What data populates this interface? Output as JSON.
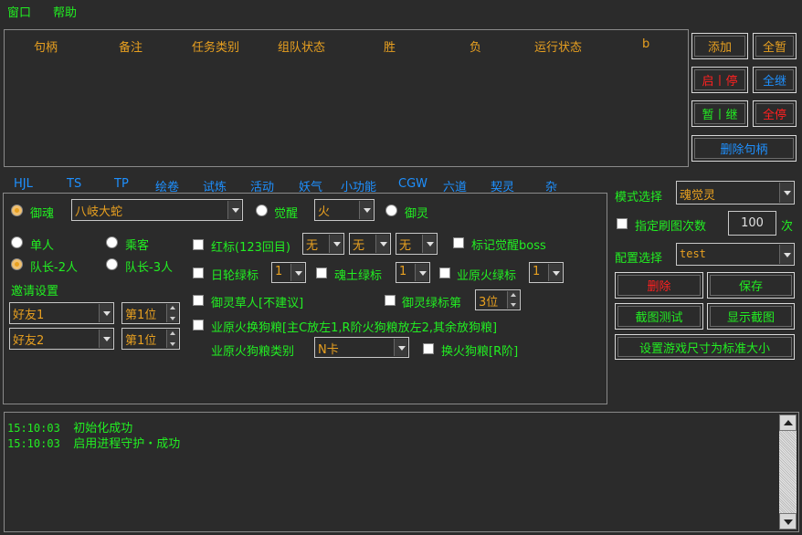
{
  "menu": [
    "窗口",
    "帮助"
  ],
  "table": {
    "headers": [
      "句柄",
      "备注",
      "任务类别",
      "组队状态",
      "胜",
      "负",
      "运行状态",
      "b"
    ]
  },
  "right_buttons": {
    "add": "添加",
    "pause_all": "全暂",
    "start_stop": "启丨停",
    "resume_all": "全继",
    "pause_resume": "暂丨继",
    "stop_all": "全停",
    "delete_handle": "删除句柄"
  },
  "tabs": [
    "HJL",
    "TS",
    "TP",
    "绘卷",
    "试炼",
    "活动",
    "妖气",
    "小功能",
    "CGW",
    "六道",
    "契灵",
    "杂"
  ],
  "yuhun": {
    "radio_yuhun": "御魂",
    "dungeon": "八岐大蛇",
    "radio_juexing": "觉醒",
    "element": "火",
    "radio_yuling": "御灵"
  },
  "team": {
    "solo": "单人",
    "passenger": "乘客",
    "leader2": "队长-2人",
    "leader3": "队长-3人",
    "invite_title": "邀请设置",
    "friend1": "好友1",
    "pos1": "第1位",
    "friend2": "好友2",
    "pos2": "第1位"
  },
  "options": {
    "red_mark": "红标(123回目)",
    "red_none1": "无",
    "red_none2": "无",
    "red_none3": "无",
    "mark_awaken_boss": "标记觉醒boss",
    "sun_green": "日轮绿标",
    "sun_green_val": "1",
    "soil_green": "魂土绿标",
    "soil_green_val": "1",
    "fire_green": "业原火绿标",
    "fire_green_val": "1",
    "yuling_grass": "御灵草人[不建议]",
    "yuling_green": "御灵绿标第",
    "yuling_green_val": "3位",
    "fire_dogfood": "业原火换狗粮[主C放左1,R阶火狗粮放左2,其余放狗粮]",
    "fire_dogfood_type": "业原火狗粮类别",
    "fire_dogfood_type_val": "N卡",
    "swap_fire_dogfood": "换火狗粮[R阶]"
  },
  "side": {
    "mode_label": "模式选择",
    "mode_val": "魂觉灵",
    "times_label": "指定刷图次数",
    "times_val": "100",
    "times_unit": "次",
    "config_label": "配置选择",
    "config_val": "test",
    "delete": "删除",
    "save": "保存",
    "screenshot_test": "截图测试",
    "show_screenshot": "显示截图",
    "set_size": "设置游戏尺寸为标准大小"
  },
  "log": [
    {
      "time": "15:10:03",
      "msg": "初始化成功"
    },
    {
      "time": "15:10:03",
      "msg": "启用进程守护・成功"
    }
  ],
  "colors": {
    "bg": "#2b2b2b",
    "green": "#22ee22",
    "orange": "#e8a020",
    "blue": "#1e90ff",
    "red": "#ff2020"
  }
}
